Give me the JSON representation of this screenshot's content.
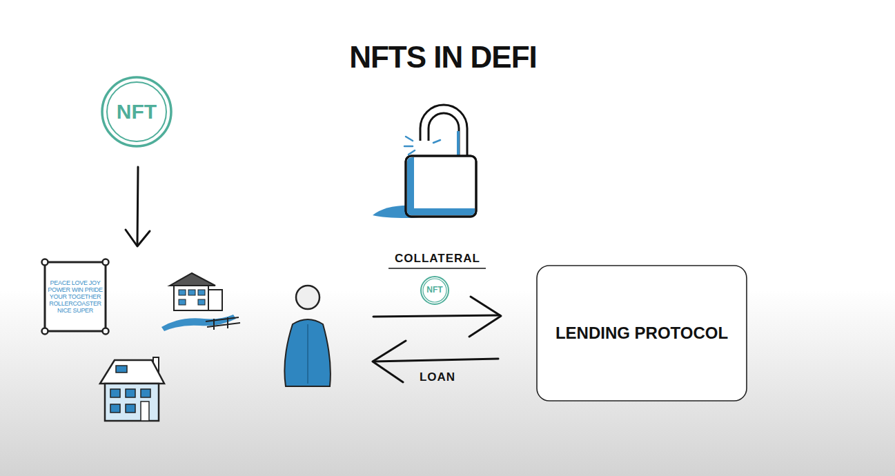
{
  "diagram": {
    "title": "NFTS IN DEFI",
    "nodes": [
      {
        "text": [
          "NFT"
        ]
      },
      {
        "text": [
          "PEACE LOVE JOY POWER WIN PRIDE YOUR TOGETHER ROLLERCOASTER NICE SUPER"
        ]
      },
      {
        "text": [
          "NFT"
        ]
      },
      {
        "text": [
          "LENDING PROTOCOL"
        ]
      }
    ],
    "labels": [
      "COLLATERAL",
      "LOAN"
    ]
  }
}
